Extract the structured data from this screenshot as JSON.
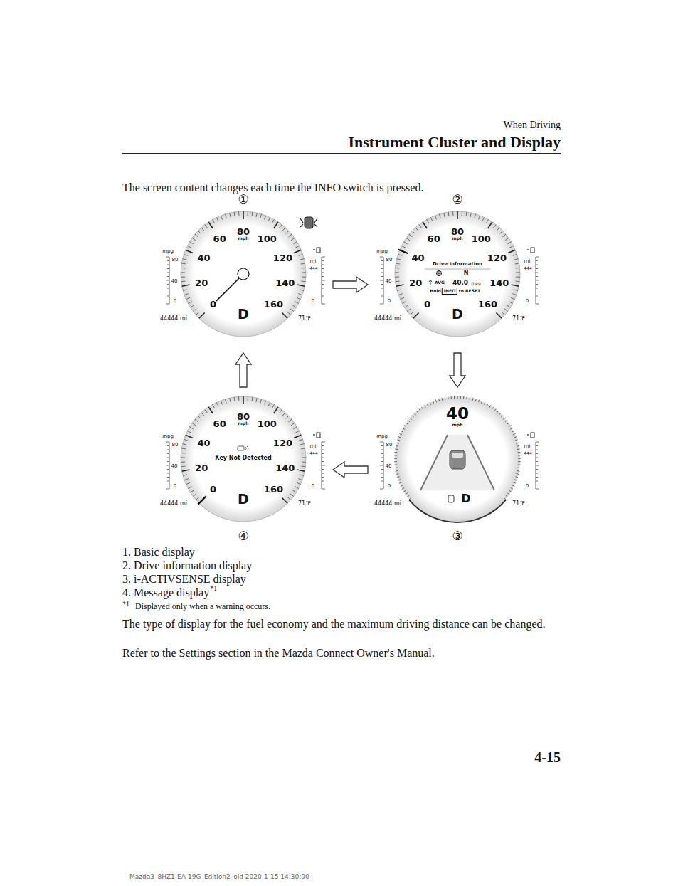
{
  "diagram": {
    "title": "Instrument Cluster and Display",
    "nodes": [
      {
        "text": [
          "80",
          "mph",
          "60",
          "100",
          "40",
          "120",
          "20",
          "140",
          "0",
          "160",
          "D",
          "mpg",
          "80",
          "40",
          "0",
          "mi",
          "444",
          "0",
          "44444 mi",
          "71℉"
        ]
      },
      {
        "text": [
          "80",
          "mph",
          "60",
          "100",
          "40",
          "120",
          "20",
          "140",
          "0",
          "160",
          "D",
          "mpg",
          "80",
          "40",
          "0",
          "mi",
          "444",
          "0",
          "44444 mi",
          "71℉",
          "Drive Information",
          "N",
          "AVG",
          "40.0",
          "mpg",
          "Hold",
          "INFO",
          "to RESET"
        ]
      },
      {
        "text": [
          "80",
          "mph",
          "60",
          "100",
          "40",
          "120",
          "20",
          "140",
          "0",
          "160",
          "D",
          "mpg",
          "80",
          "40",
          "0",
          "mi",
          "444",
          "0",
          "44444 mi",
          "71℉",
          "Key Not Detected"
        ]
      },
      {
        "text": [
          "40",
          "mph",
          "D",
          "mpg",
          "80",
          "40",
          "0",
          "mi",
          "444",
          "0",
          "44444 mi",
          "71℉"
        ]
      }
    ],
    "edges": [
      {
        "from": 0,
        "to": 1,
        "arrow": "to"
      },
      {
        "from": 1,
        "to": 3,
        "arrow": "to"
      },
      {
        "from": 3,
        "to": 2,
        "arrow": "to"
      },
      {
        "from": 2,
        "to": 0,
        "arrow": "to"
      }
    ],
    "labels": [
      "When Driving",
      "The screen content changes each time the INFO switch is pressed.",
      "①",
      "②",
      "④",
      "③",
      "1. Basic display",
      "2. Drive information display",
      "3. i-ACTIVSENSE display",
      "4. Message display",
      "*1",
      "*1",
      "Displayed only when a warning occurs.",
      "The type of display for the fuel economy and the maximum driving distance can be changed.",
      "Refer to the Settings section in the Mazda Connect Owner's Manual.",
      "4-15",
      "Mazda3_8HZ1-EA-19G_Edition2_old 2020-1-15 14:30:00"
    ]
  }
}
